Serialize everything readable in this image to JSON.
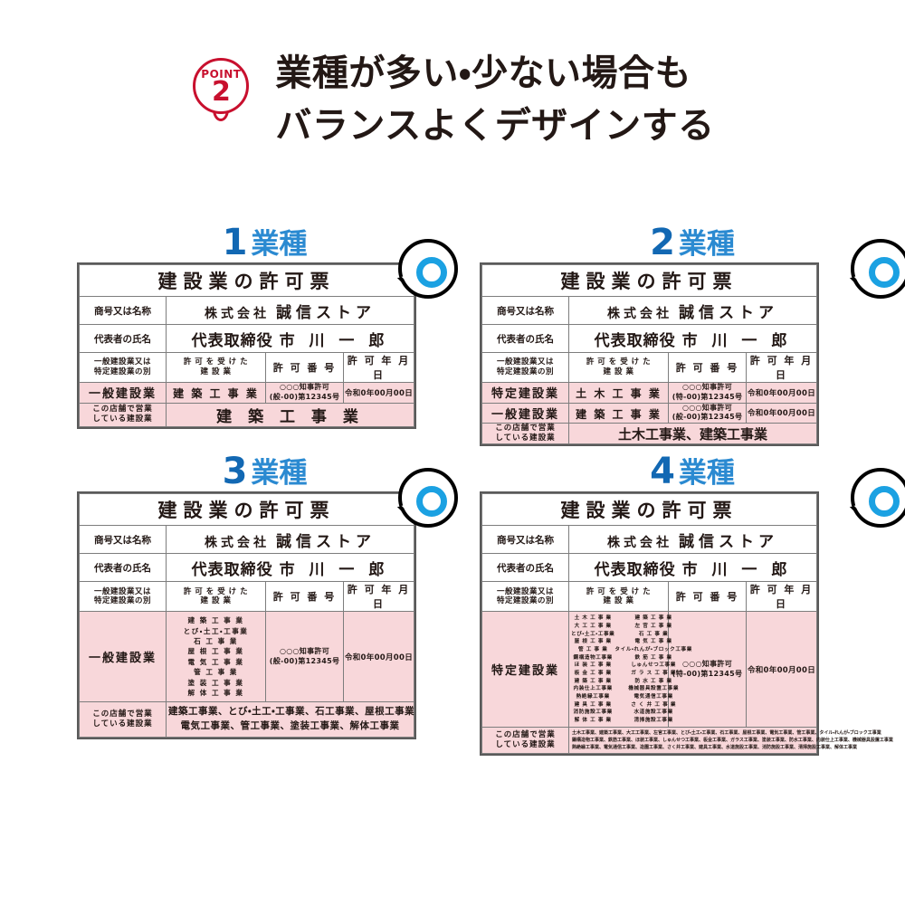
{
  "header": {
    "badge_word": "POINT",
    "badge_number": "2",
    "line1": "業種が多い・少ない場合も",
    "line2": "バランスよくデザインする"
  },
  "labels": {
    "title": "建設業の許可票",
    "company_label": "商号又は名称",
    "company_value_prefix": "株式会社",
    "company_value_name": "誠信ストア",
    "rep_label": "代表者の氏名",
    "rep_title": "代表取締役",
    "rep_name": "市 川 一 郎",
    "col_type_line1": "一般建設業又は",
    "col_type_line2": "特定建設業の別",
    "col_trade_line1": "許 可 を 受 け た",
    "col_trade_line2": "建    設    業",
    "col_number": "許 可 番 号",
    "col_date": "許 可 年 月 日",
    "foot_label_line1": "この店舗で営業",
    "foot_label_line2": "している建設業",
    "type_general": "一般建設業",
    "type_specific": "特定建設業",
    "permit_no_general_l1": "○○○知事許可",
    "permit_no_general_l2": "(般-00)第12345号",
    "permit_no_specific_l1": "○○○知事許可",
    "permit_no_specific_l2": "(特-00)第12345号",
    "permit_date": "令和0年00月00日",
    "unit_word": "業種"
  },
  "colors": {
    "pink_row": "#f8d7da",
    "blue_number": "#1268b3",
    "blue_word": "#2b8ad1",
    "bubble_ring": "#1ba1e2",
    "badge_red": "#c8102e",
    "border": "#7d7d7d",
    "text": "#231815"
  },
  "panels": [
    {
      "number": "1",
      "caption_unit": "業種",
      "rows": [
        {
          "type": "一般建設業",
          "trades": [
            "建 築 工 事 業"
          ],
          "permit_l1": "○○○知事許可",
          "permit_l2": "(般-00)第12345号",
          "date": "令和0年00月00日"
        }
      ],
      "footer_lines": [
        "建 築 工 事 業"
      ],
      "footer_style": "big"
    },
    {
      "number": "2",
      "caption_unit": "業種",
      "rows": [
        {
          "type": "特定建設業",
          "trades": [
            "土 木 工 事 業"
          ],
          "permit_l1": "○○○知事許可",
          "permit_l2": "(特-00)第12345号",
          "date": "令和0年00月00日"
        },
        {
          "type": "一般建設業",
          "trades": [
            "建 築 工 事 業"
          ],
          "permit_l1": "○○○知事許可",
          "permit_l2": "(般-00)第12345号",
          "date": "令和0年00月00日"
        }
      ],
      "footer_lines": [
        "土木工事業、建築工事業"
      ],
      "footer_style": "mid-large"
    },
    {
      "number": "3",
      "caption_unit": "業種",
      "rows": [
        {
          "type": "一般建設業",
          "trades": [
            "建 築 工 事 業",
            "とび・土工・工事業",
            "石  工  事  業",
            "屋 根 工 事 業",
            "電 気 工 事 業",
            "管  工  事  業",
            "塗 装 工 事 業",
            "解 体 工 事 業"
          ],
          "permit_l1": "○○○知事許可",
          "permit_l2": "(般-00)第12345号",
          "date": "令和0年00月00日"
        }
      ],
      "footer_lines": [
        "建築工事業、とび・土工・工事業、石工事業、屋根工事業",
        "電気工事業、管工事業、塗装工事業、解体工事業"
      ],
      "footer_style": "mid"
    },
    {
      "number": "4",
      "caption_unit": "業種",
      "rows": [
        {
          "type": "特定建設業",
          "trades_col_left": [
            "土 木 工 事 業",
            "大 工 工 事 業",
            "とび・土工・工事業",
            "屋 根 工 事 業",
            "管  工  事  業",
            "鋼構造物工事業",
            "ほ 装 工 事 業",
            "板 金 工 事 業",
            "建 築 工 事 業",
            "内装仕上工事業",
            "熱絶縁工事業",
            "建 具 工 事 業",
            "消防施設工事業",
            "解 体 工 事 業"
          ],
          "trades_col_right": [
            "建 築 工 事 業",
            "左 官 工 事 業",
            "石  工  事  業",
            "電 気 工 事 業",
            "タイル・れんが・ブロック工事業",
            "鉄 筋 工 事 業",
            "しゅんせつ工事業",
            "ガ ラ ス 工 事 業",
            "防 水 工 事 業",
            "機械器具設置工事業",
            "電気通信工事業",
            "さ く 井 工 事 業",
            "水道施設工事業",
            "清掃施設工事業"
          ],
          "permit_l1": "○○○知事許可",
          "permit_l2": "(特-00)第12345号",
          "date": "令和0年00月00日"
        }
      ],
      "footer_lines": [
        "土木工事業、建築工事業、大工工事業、左官工事業、とび・土工・工事業、石工事業、屋根工事業、電気工事業、管工事業、タイル・れんが・ブロック工事業",
        "鋼構造物工事業、鉄筋工事業、ほ装工事業、しゅんせつ工事業、板金工事業、ガラス工事業、塗装工事業、防水工事業、内装仕上工事業、機械器具設置工事業",
        "熱絶縁工事業、電気通信工事業、造園工事業、さく井工事業、建具工事業、水道施設工事業、消防施設工事業、清掃施設工事業、解体工事業"
      ],
      "footer_style": "tiny"
    }
  ]
}
